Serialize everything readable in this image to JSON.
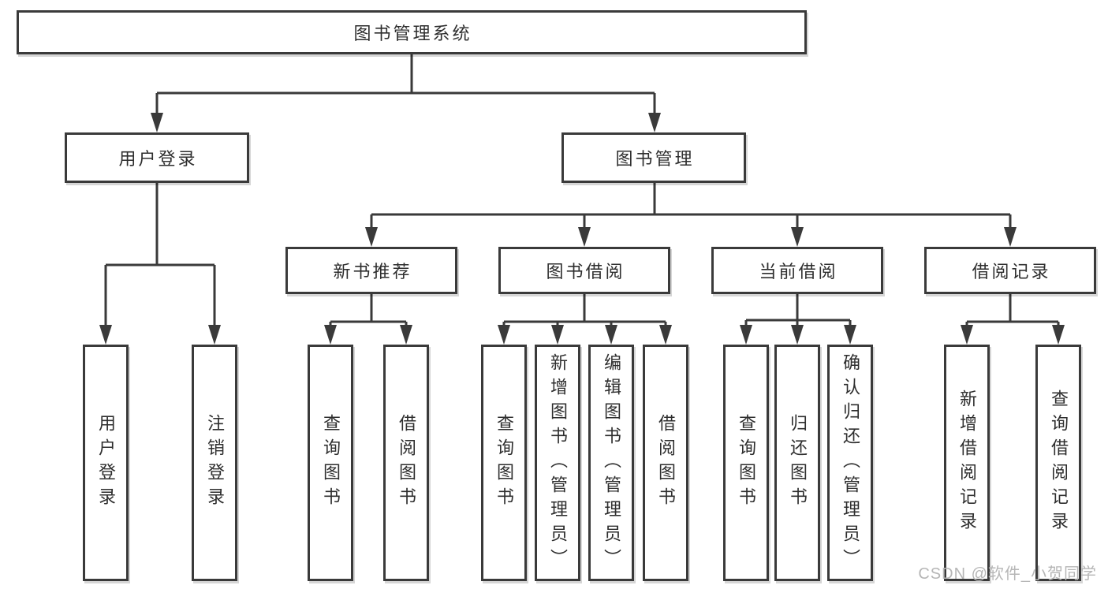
{
  "tree": {
    "root": {
      "label": "图书管理系统",
      "children": [
        {
          "label": "用户登录",
          "children": [
            {
              "label": "用户登录"
            },
            {
              "label": "注销登录"
            }
          ]
        },
        {
          "label": "图书管理",
          "children": [
            {
              "label": "新书推荐",
              "children": [
                {
                  "label": "查询图书"
                },
                {
                  "label": "借阅图书"
                }
              ]
            },
            {
              "label": "图书借阅",
              "children": [
                {
                  "label": "查询图书"
                },
                {
                  "label": "新增图书（管理员）"
                },
                {
                  "label": "编辑图书（管理员）"
                },
                {
                  "label": "借阅图书"
                }
              ]
            },
            {
              "label": "当前借阅",
              "children": [
                {
                  "label": "查询图书"
                },
                {
                  "label": "归还图书"
                },
                {
                  "label": "确认归还（管理员）"
                }
              ]
            },
            {
              "label": "借阅记录",
              "children": [
                {
                  "label": "新增借阅记录"
                },
                {
                  "label": "查询借阅记录"
                }
              ]
            }
          ]
        }
      ]
    }
  },
  "watermark": "CSDN @软件_小贺同学",
  "colors": {
    "line": "#3a3a3a",
    "text": "#2e2e2e",
    "watermark": "#b6b6b6",
    "background": "#ffffff"
  }
}
